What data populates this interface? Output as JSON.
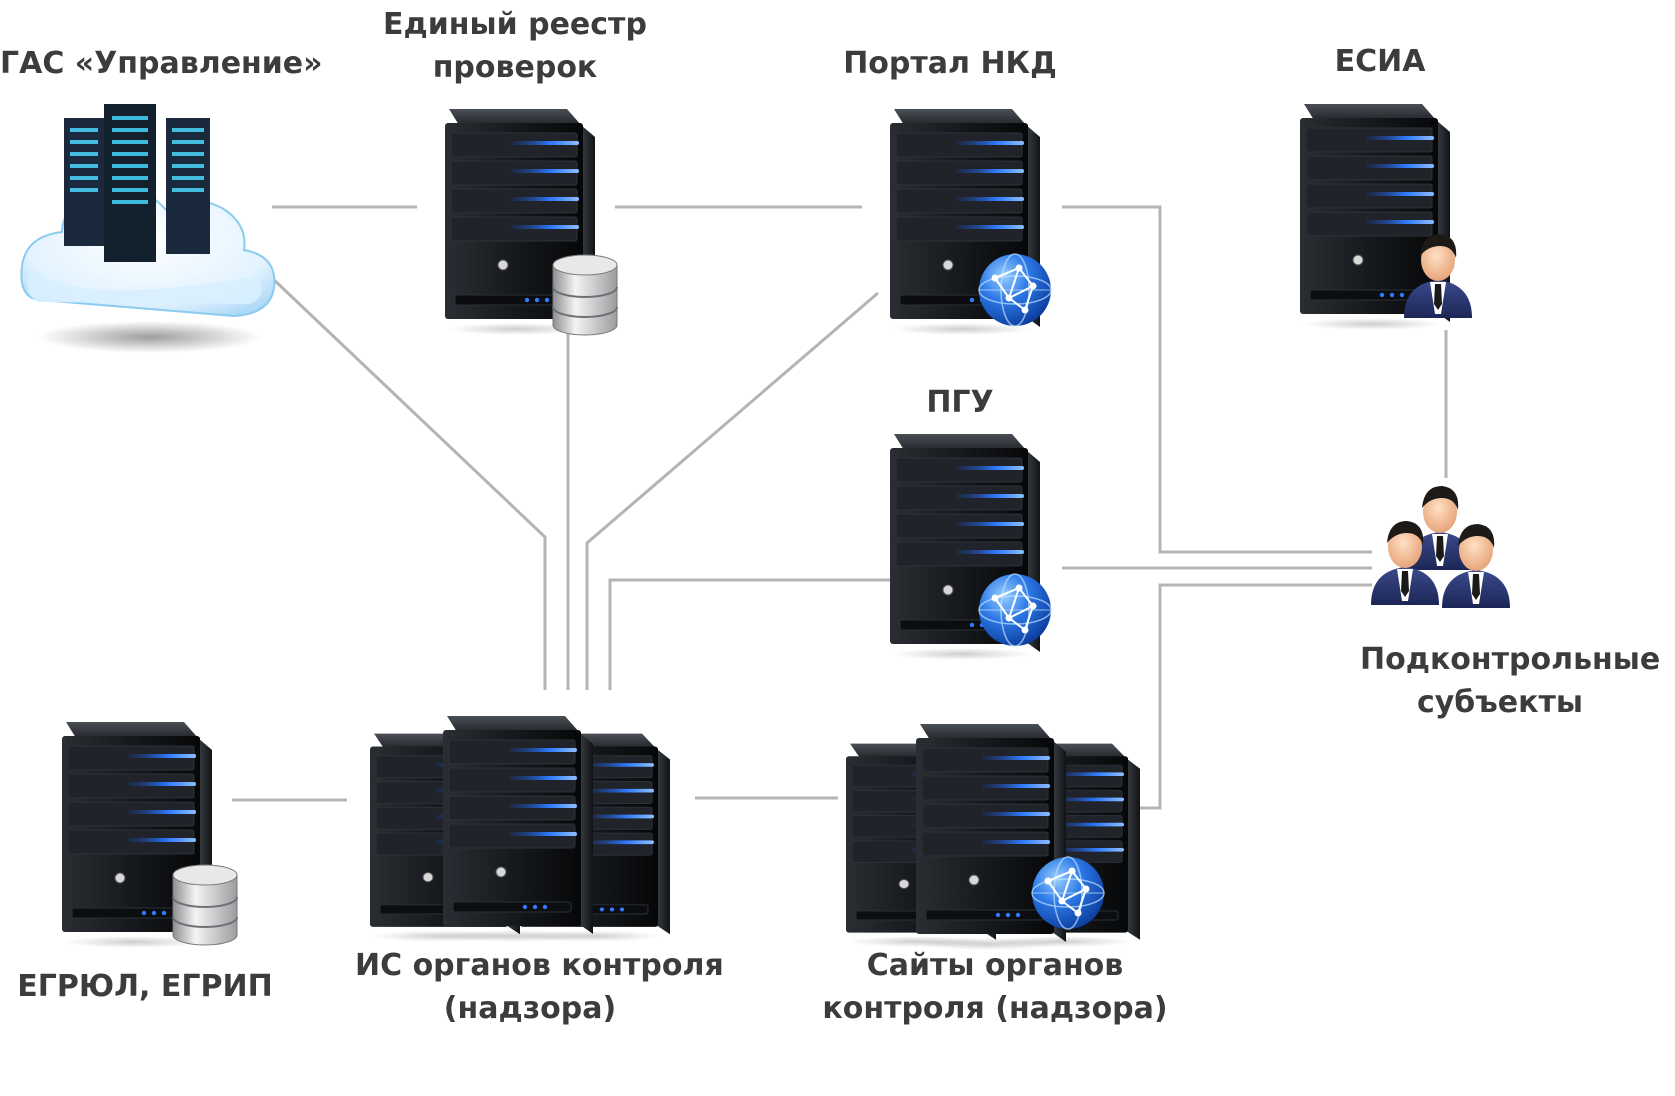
{
  "nodes": {
    "gas": {
      "label_lines": [
        "ГАС «Управление»"
      ],
      "icon": "cloud-server-icon"
    },
    "erp": {
      "label_lines": [
        "Единый реестр",
        "проверок"
      ],
      "icon": "server-database-icon"
    },
    "nkd": {
      "label_lines": [
        "Портал НКД"
      ],
      "icon": "server-globe-icon"
    },
    "esia": {
      "label_lines": [
        "ЕСИА"
      ],
      "icon": "server-user-icon"
    },
    "pgu": {
      "label_lines": [
        "ПГУ"
      ],
      "icon": "server-globe-icon"
    },
    "subjects": {
      "label_lines": [
        "Подконтрольные",
        "субъекты"
      ],
      "icon": "user-group-icon"
    },
    "egrul": {
      "label_lines": [
        "ЕГРЮЛ, ЕГРИП"
      ],
      "icon": "server-database-icon"
    },
    "is_control": {
      "label_lines": [
        "ИС органов контроля",
        "(надзора)"
      ],
      "icon": "server-cluster-icon"
    },
    "sites": {
      "label_lines": [
        "Сайты органов",
        "контроля (надзора)"
      ],
      "icon": "server-cluster-globe-icon"
    }
  },
  "connections": [
    [
      "gas",
      "erp"
    ],
    [
      "erp",
      "nkd"
    ],
    [
      "gas",
      "is_control"
    ],
    [
      "erp",
      "is_control"
    ],
    [
      "nkd",
      "is_control"
    ],
    [
      "pgu",
      "is_control"
    ],
    [
      "egrul",
      "is_control"
    ],
    [
      "is_control",
      "sites"
    ],
    [
      "nkd",
      "subjects"
    ],
    [
      "pgu",
      "subjects"
    ],
    [
      "sites",
      "subjects"
    ],
    [
      "esia",
      "subjects"
    ]
  ],
  "colors": {
    "connector": "#b4b4b4",
    "server_body": "#111418",
    "server_led": "#2f7bff",
    "globe": "#1f64d8",
    "label_text": "#3c3c3c"
  }
}
